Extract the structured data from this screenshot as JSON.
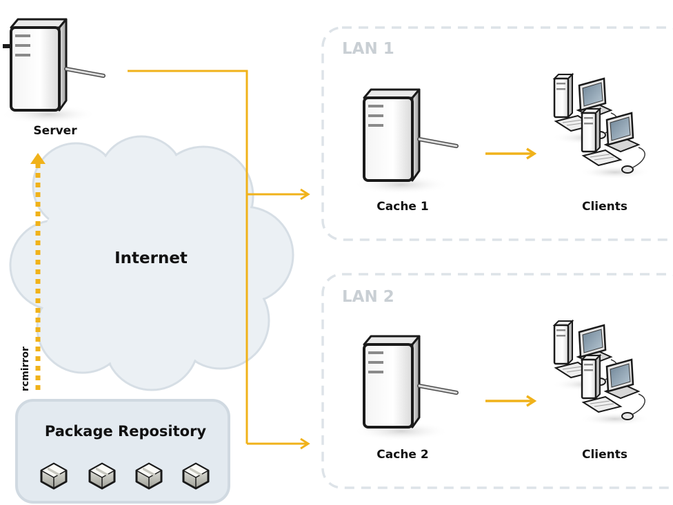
{
  "server_label": "Server",
  "internet_label": "Internet",
  "rcmirror_label": "rcmirror",
  "repository_label": "Package Repository",
  "lans": [
    {
      "title": "LAN 1",
      "cache_label": "Cache 1",
      "clients_label": "Clients"
    },
    {
      "title": "LAN 2",
      "cache_label": "Cache 2",
      "clients_label": "Clients"
    }
  ],
  "colors": {
    "connector": "#f0b21a",
    "lan_border": "#dde3e8",
    "cloud_fill": "#ebf0f4",
    "cloud_stroke": "#d6dee5",
    "repo_fill": "#e3eaf0",
    "repo_stroke": "#d0d9e1"
  }
}
